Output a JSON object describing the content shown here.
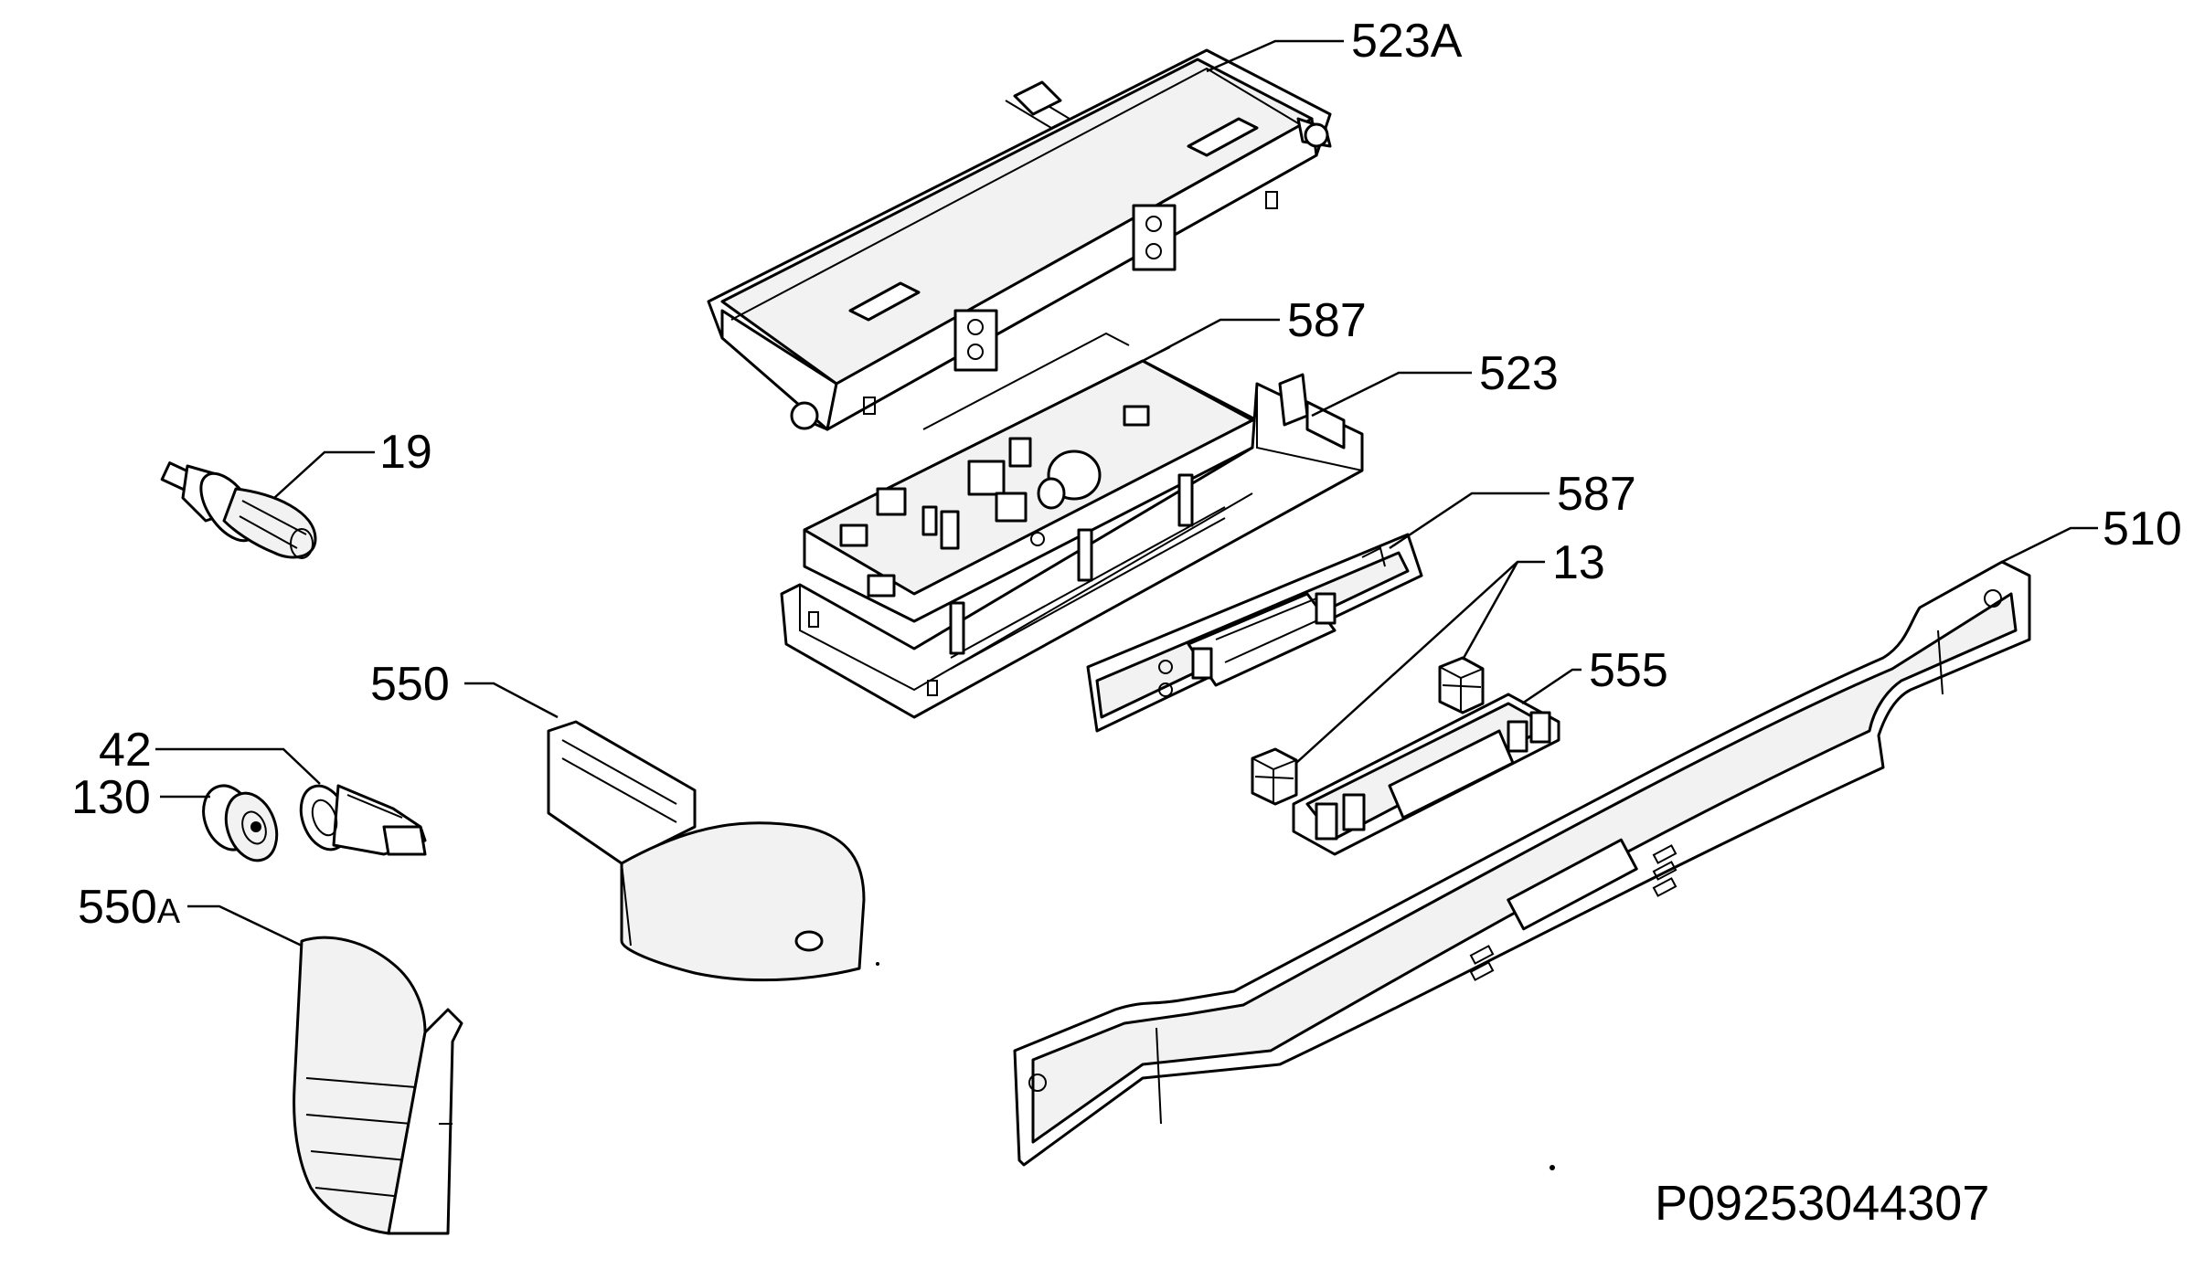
{
  "callouts": {
    "c523A": "523A",
    "c587a": "587",
    "c523": "523",
    "c19": "19",
    "c587b": "587",
    "c510": "510",
    "c13": "13",
    "c555": "555",
    "c550": "550",
    "c42": "42",
    "c130": "130",
    "c550A_num": "550",
    "c550A_suffix": "A"
  },
  "drawing_code": "P09253044307"
}
